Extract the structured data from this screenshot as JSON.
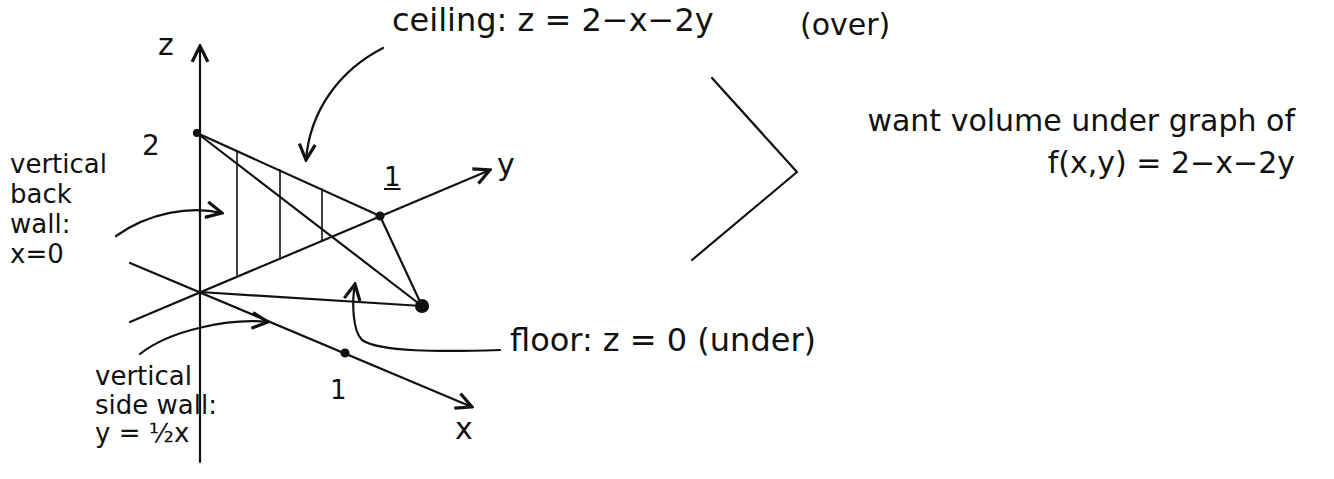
{
  "diagram": {
    "labels": [
      "z",
      "ceiling: z = 2−x−2y",
      "(over)",
      "2",
      "1",
      "y",
      "vertical back wall: x=0",
      "want volume under graph of f(x,y) = 2−x−2y",
      "floor: z = 0 (under)",
      "1",
      "x",
      "vertical side wall: y = ½x"
    ]
  }
}
